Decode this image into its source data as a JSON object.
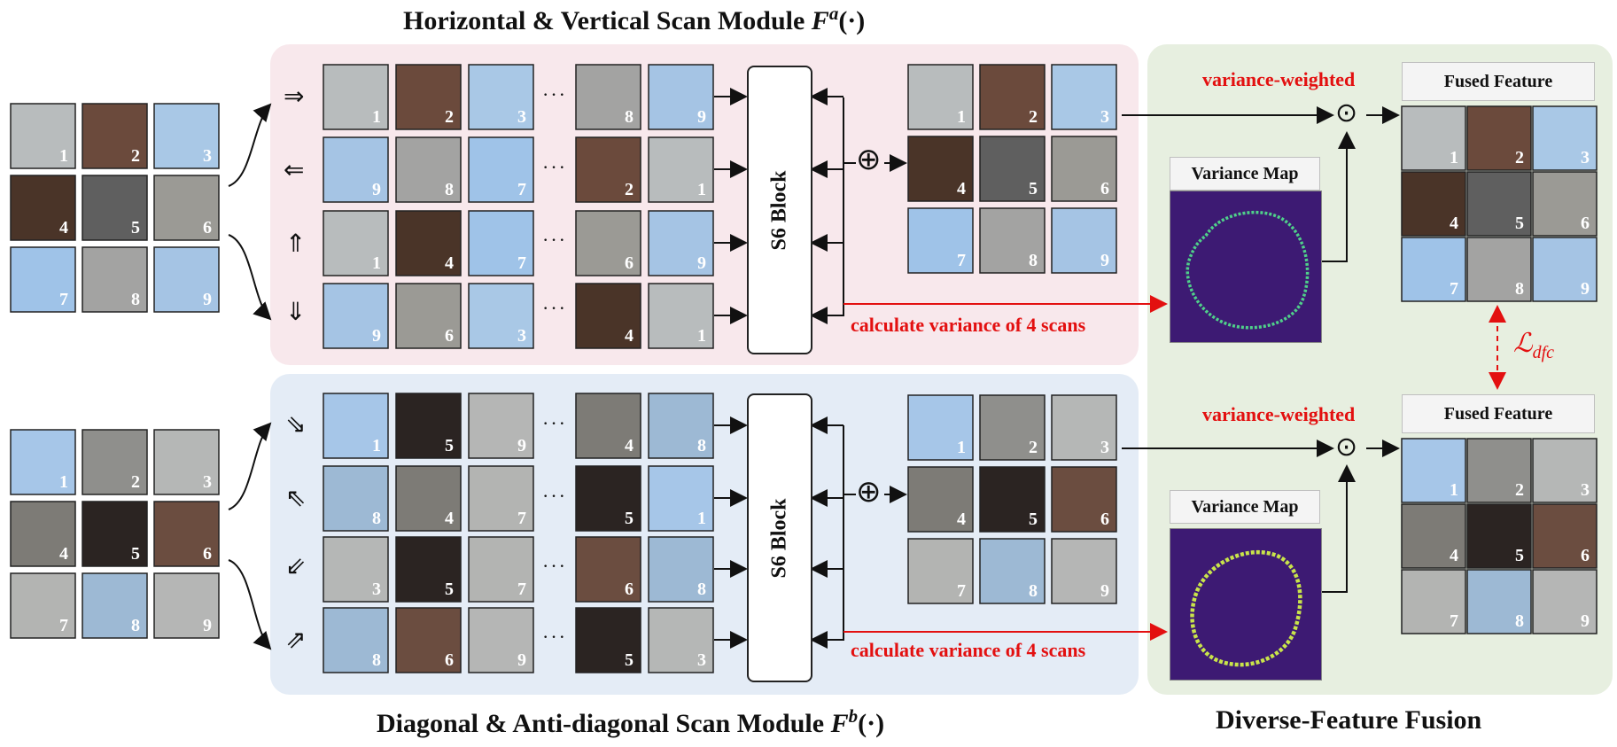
{
  "titles": {
    "top_text": "Horizontal & Vertical Scan Module",
    "top_sym": "F",
    "top_sup": "a",
    "top_tail": "(·)",
    "bottom_text": "Diagonal & Anti-diagonal Scan Module",
    "bottom_sym": "F",
    "bottom_sup": "b",
    "bottom_tail": "(·)",
    "fusion": "Diverse-Feature Fusion"
  },
  "s6_label": "S6 Block",
  "oplus": "⊕",
  "odot": "⊙",
  "dots": "···",
  "calc_variance": "calculate variance of 4 scans",
  "variance_weighted": "variance-weighted",
  "variance_map": "Variance Map",
  "fused_feature": "Fused Feature",
  "loss_symbol": "ℒ",
  "loss_sub": "dfc",
  "colors": {
    "red": "#e31010",
    "pink_panel": "#f8e8ec",
    "blue_panel": "#e4ecf6",
    "green_panel": "#e7efe0"
  },
  "input_grid": [
    "1",
    "2",
    "3",
    "4",
    "5",
    "6",
    "7",
    "8",
    "9"
  ],
  "top_scans": [
    {
      "arrow": "⇒",
      "labels": [
        "1",
        "2",
        "3",
        "8",
        "9"
      ]
    },
    {
      "arrow": "⇐",
      "labels": [
        "9",
        "8",
        "7",
        "2",
        "1"
      ]
    },
    {
      "arrow": "⇑",
      "labels": [
        "1",
        "4",
        "7",
        "6",
        "9"
      ]
    },
    {
      "arrow": "⇓",
      "labels": [
        "9",
        "6",
        "3",
        "4",
        "1"
      ]
    }
  ],
  "bottom_scans": [
    {
      "arrow": "⇘",
      "labels": [
        "1",
        "5",
        "9",
        "4",
        "8"
      ]
    },
    {
      "arrow": "⇖",
      "labels": [
        "8",
        "4",
        "7",
        "5",
        "1"
      ]
    },
    {
      "arrow": "⇙",
      "labels": [
        "3",
        "5",
        "7",
        "6",
        "8"
      ]
    },
    {
      "arrow": "⇗",
      "labels": [
        "8",
        "6",
        "9",
        "5",
        "3"
      ]
    }
  ]
}
